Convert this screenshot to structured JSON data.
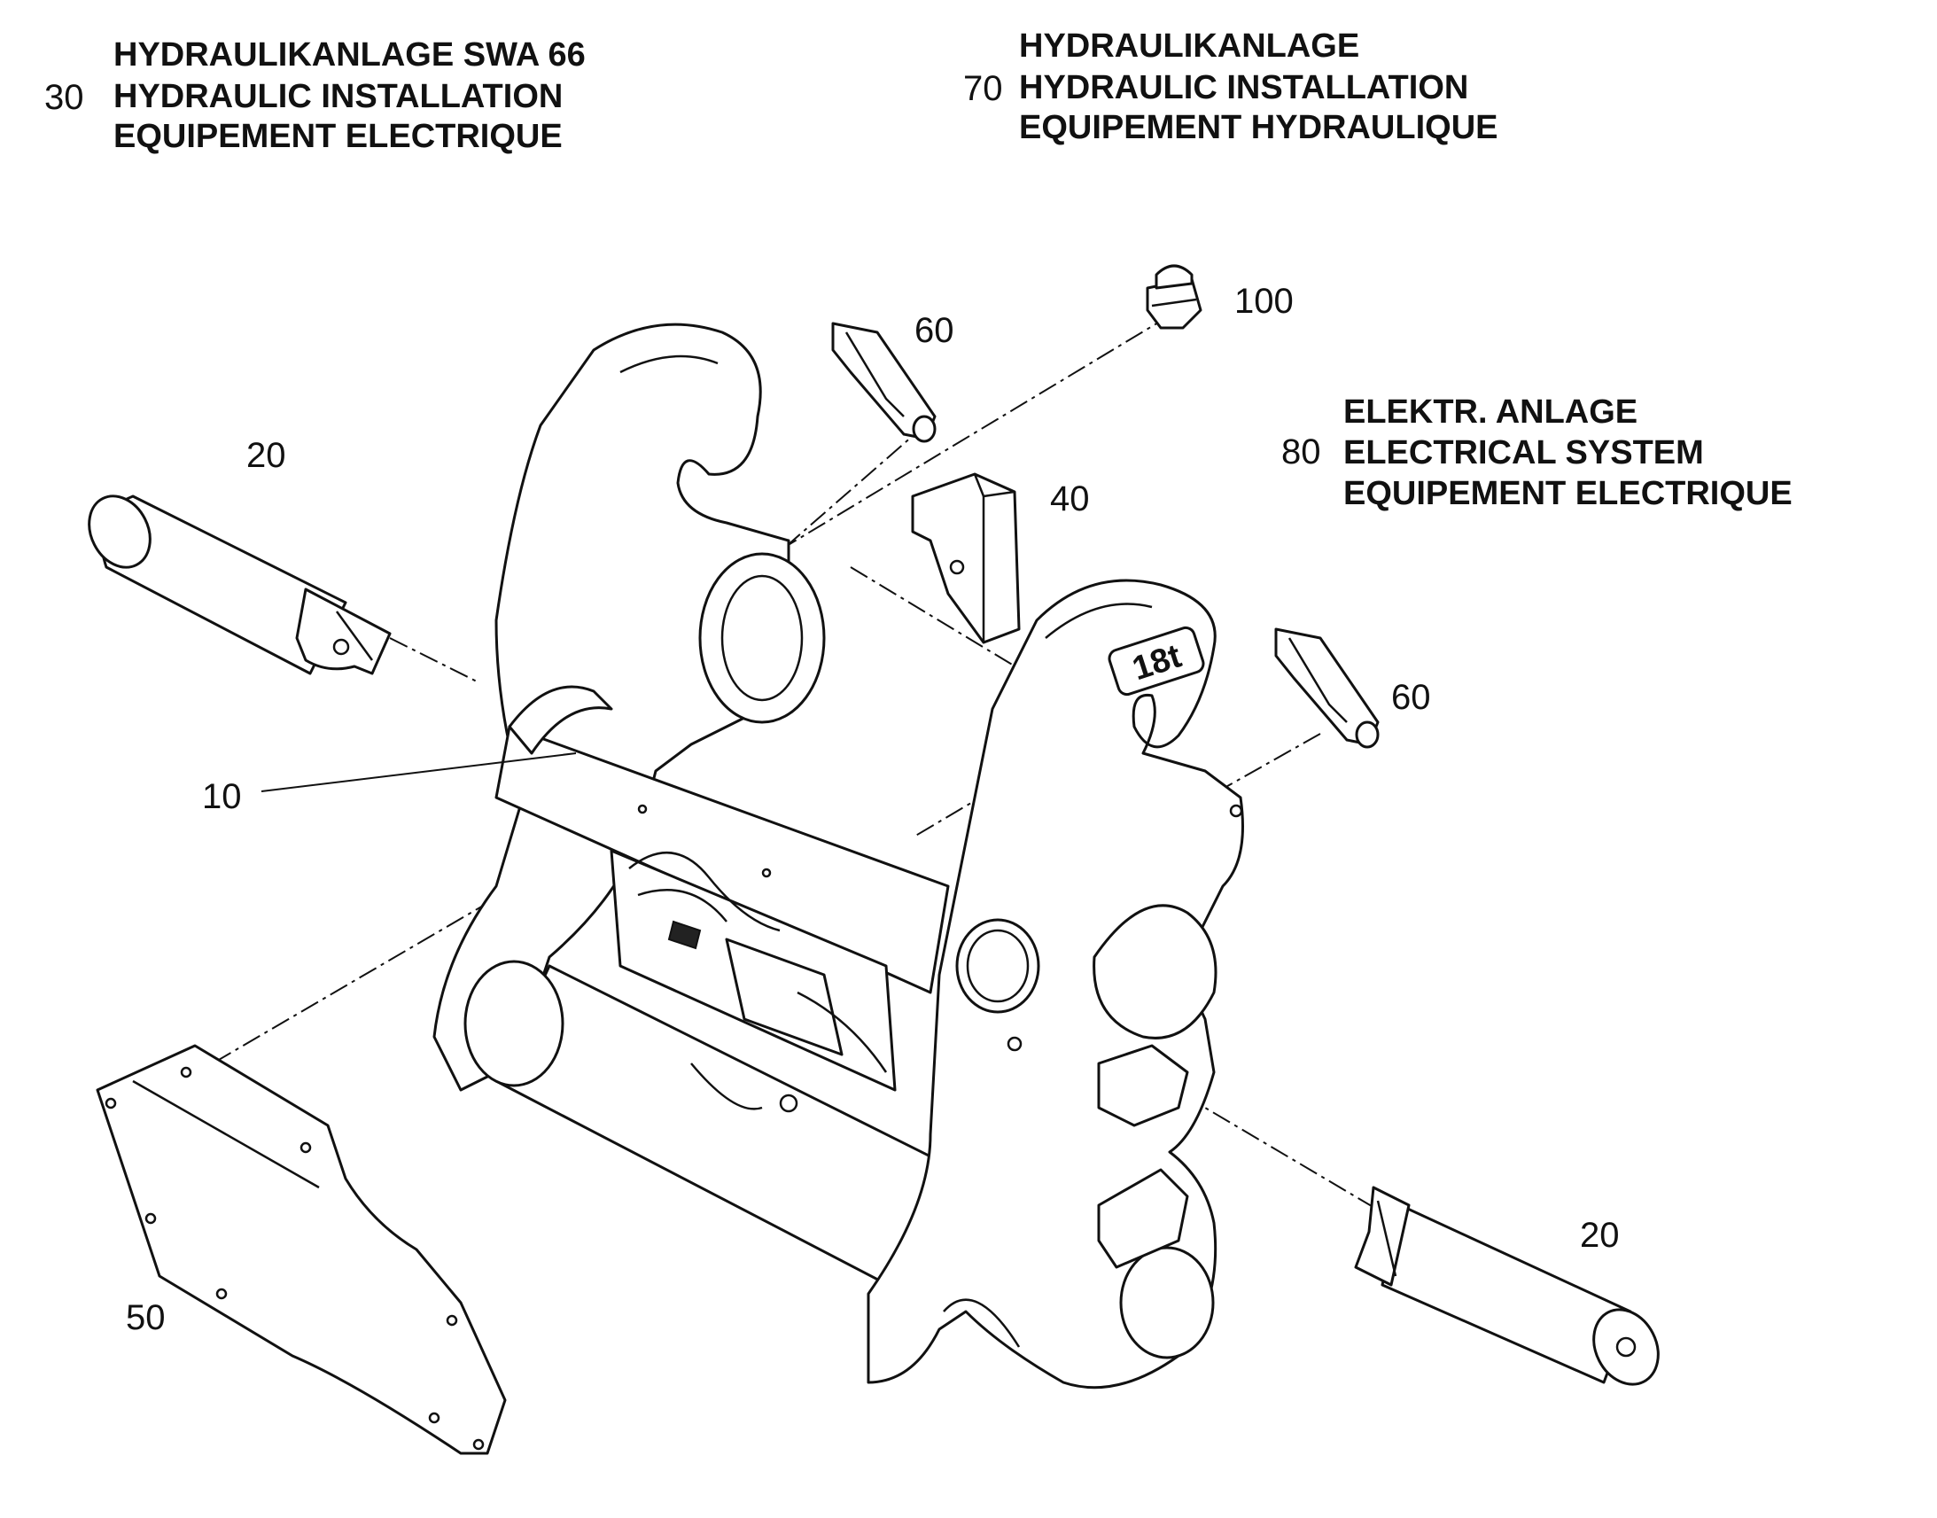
{
  "groups": [
    {
      "number": "30",
      "lines": [
        "HYDRAULIKANLAGE SWA 66",
        "HYDRAULIC INSTALLATION",
        "EQUIPEMENT ELECTRIQUE"
      ]
    },
    {
      "number": "70",
      "lines": [
        "HYDRAULIKANLAGE",
        "HYDRAULIC INSTALLATION",
        "EQUIPEMENT HYDRAULIQUE"
      ]
    },
    {
      "number": "80",
      "lines": [
        "ELEKTR. ANLAGE",
        "ELECTRICAL SYSTEM",
        "EQUIPEMENT ELECTRIQUE"
      ]
    }
  ],
  "part_labels": {
    "pin_left": "20",
    "pin_right": "20",
    "body": "10",
    "bracket": "40",
    "cover_plate": "50",
    "clip_top": "60",
    "clip_right": "60",
    "nipple": "100"
  },
  "plate_marking": "18t"
}
